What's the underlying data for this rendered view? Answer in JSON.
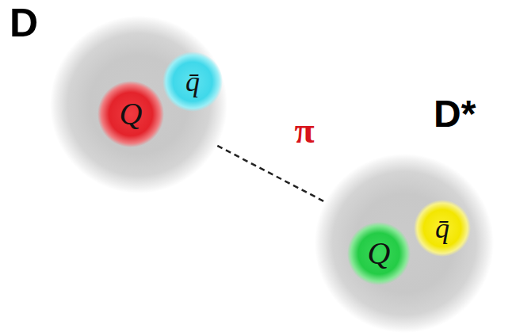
{
  "diagram": {
    "nodes": [
      {
        "text": [
          "D"
        ]
      },
      {
        "text": [
          "Q"
        ],
        "in": 0
      },
      {
        "text": [
          "q̄"
        ],
        "in": 0
      },
      {
        "text": [
          "D*"
        ]
      },
      {
        "text": [
          "Q"
        ],
        "in": 3
      },
      {
        "text": [
          "q̄"
        ],
        "in": 3
      }
    ],
    "edges": [
      {
        "from": 0,
        "to": 3,
        "label": "π",
        "arrow": "none"
      }
    ]
  }
}
